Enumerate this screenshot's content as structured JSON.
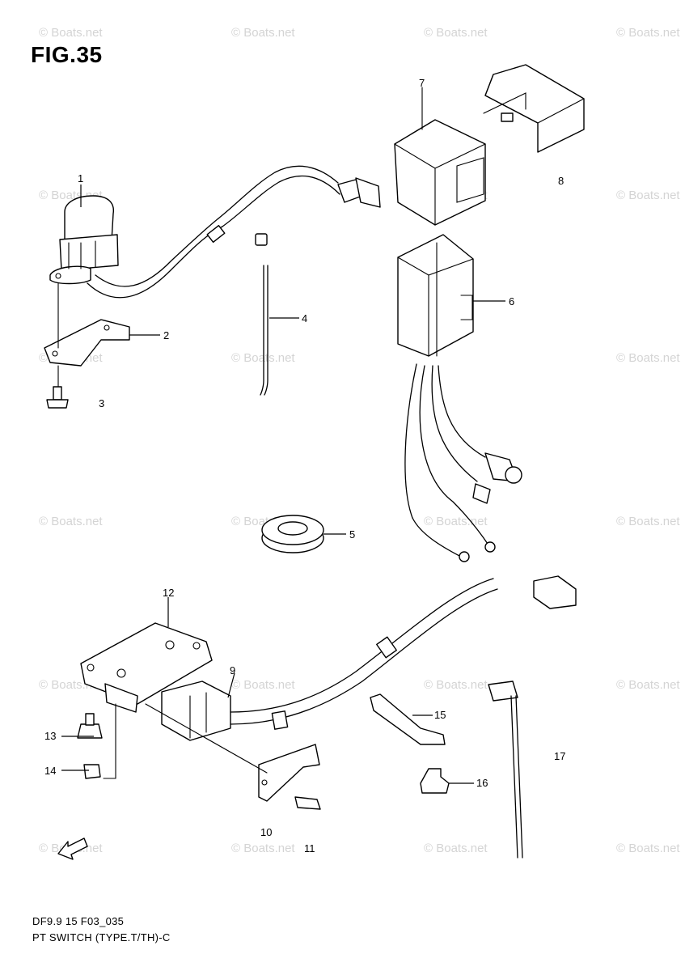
{
  "figure": {
    "title": "FIG.35"
  },
  "watermark": {
    "text": "© Boats.net"
  },
  "callouts": {
    "c1": "1",
    "c2": "2",
    "c3": "3",
    "c4": "4",
    "c5": "5",
    "c6": "6",
    "c7": "7",
    "c8": "8",
    "c9": "9",
    "c10": "10",
    "c11": "11",
    "c12": "12",
    "c13": "13",
    "c14": "14",
    "c15": "15",
    "c16": "16",
    "c17": "17"
  },
  "footer": {
    "code": "DF9.9 15 F03_035",
    "caption": "PT SWITCH (TYPE.T/TH)-C"
  }
}
